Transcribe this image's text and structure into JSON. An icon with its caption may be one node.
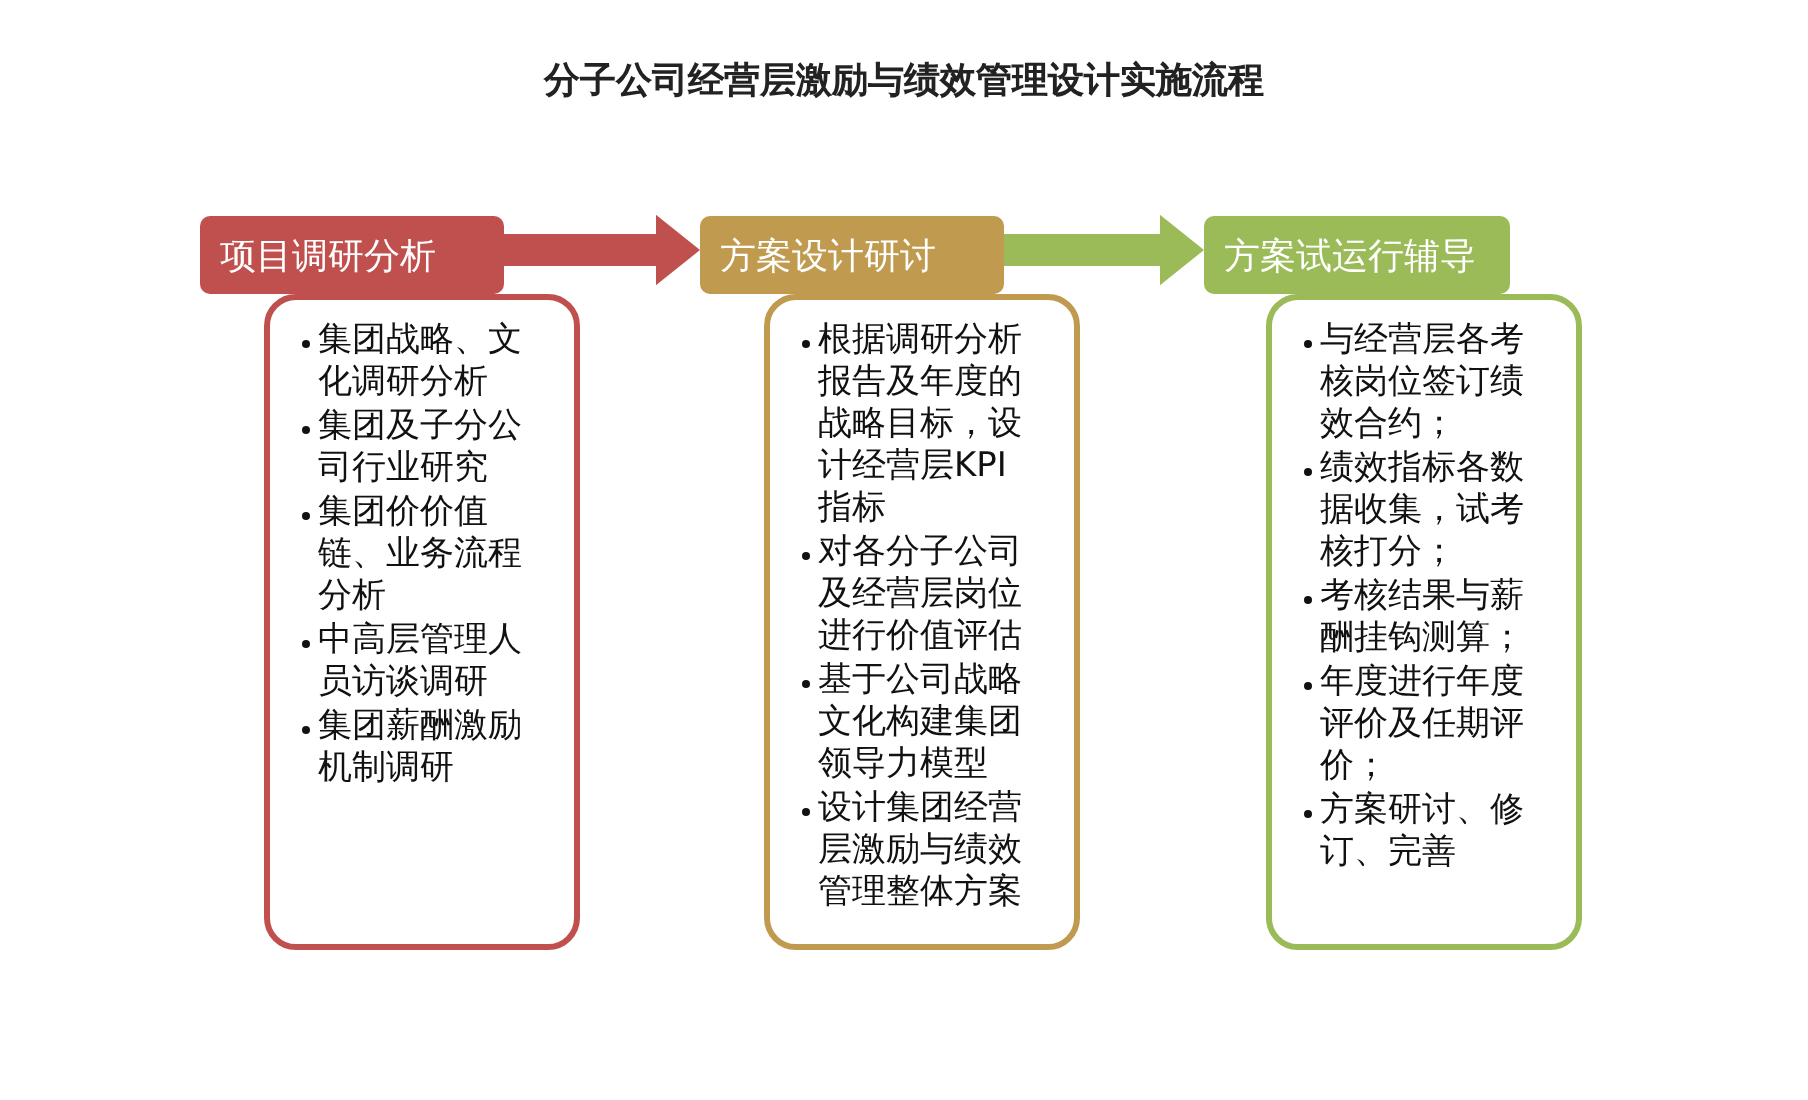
{
  "diagram": {
    "title": "分子公司经营层激励与绩效管理设计实施流程",
    "nodes": [
      {
        "text": [
          "项目调研分析"
        ]
      },
      {
        "text": [
          "集团战略、文化调研分析",
          "集团及子分公司行业研究",
          "集团价价值链、业务流程分析",
          "中高层管理人员访谈调研",
          "集团薪酬激励机制调研"
        ]
      },
      {
        "text": [
          "方案设计研讨"
        ]
      },
      {
        "text": [
          "根据调研分析报告及年度的战略目标，设计经营层KPI指标",
          "对各分子公司及经营层岗位进行价值评估",
          "基于公司战略文化构建集团领导力模型",
          "设计集团经营层激励与绩效管理整体方案"
        ]
      },
      {
        "text": [
          "方案试运行辅导"
        ]
      },
      {
        "text": [
          "与经营层各考核岗位签订绩效合约；",
          "绩效指标各数据收集，试考核打分；",
          "考核结果与薪酬挂钩测算；",
          "年度进行年度评价及任期评价；",
          "方案研讨、修订、完善"
        ]
      }
    ],
    "edges": [
      {
        "from": 0,
        "to": 2,
        "arrow": "to",
        "color": "#c0504d"
      },
      {
        "from": 2,
        "to": 4,
        "arrow": "to",
        "color": "#9bbb59"
      }
    ]
  }
}
